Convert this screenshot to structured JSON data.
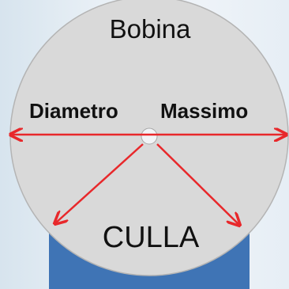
{
  "labels": {
    "reel": "Bobina",
    "diameter_left": "Diametro",
    "diameter_right": "Massimo",
    "cradle": "CULLA"
  },
  "colors": {
    "background": "#e9f0f6",
    "reel_fill": "#d9d9d9",
    "reel_stroke": "#b4b4b4",
    "cradle_fill": "#3f74b5",
    "arrow": "#e8282b",
    "text": "#111111"
  }
}
